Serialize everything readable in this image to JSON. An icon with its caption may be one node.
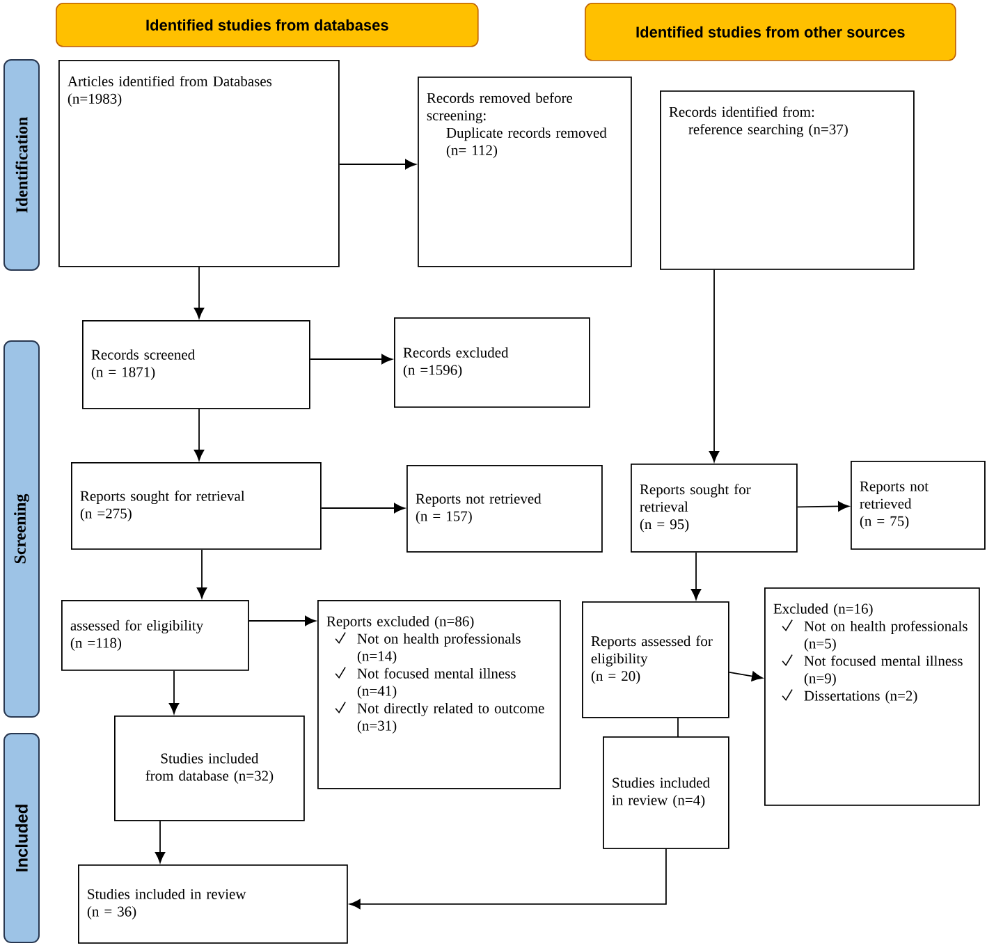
{
  "diagram": {
    "nodes": [
      {
        "text": [
          "Identified studies from databases"
        ]
      },
      {
        "text": [
          "Identified studies from other sources"
        ]
      },
      {
        "text": [
          "Identification"
        ]
      },
      {
        "text": [
          "Screening"
        ]
      },
      {
        "text": [
          "Included"
        ]
      },
      {
        "text": [
          "Articles identified from Databases",
          "(n=1983)"
        ]
      },
      {
        "text": [
          "Records removed before screening:",
          "Duplicate records removed (n= 112)"
        ]
      },
      {
        "text": [
          "Records identified from:",
          "reference searching (n=37)"
        ]
      },
      {
        "text": [
          "Records screened",
          "(n = 1871)"
        ]
      },
      {
        "text": [
          "Records excluded",
          "(n =1596)"
        ]
      },
      {
        "text": [
          "Reports sought for retrieval",
          "(n =275)"
        ]
      },
      {
        "text": [
          "Reports not retrieved",
          "(n = 157)"
        ]
      },
      {
        "text": [
          "Reports sought for retrieval",
          "(n = 95)"
        ]
      },
      {
        "text": [
          "Reports not retrieved",
          "(n = 75)"
        ]
      },
      {
        "text": [
          "assessed for eligibility",
          "(n =118)"
        ]
      },
      {
        "text": [
          "Reports excluded (n=86)",
          "Not on health professionals (n=14)",
          "Not focused mental illness (n=41)",
          "Not directly related to outcome (n=31)"
        ]
      },
      {
        "text": [
          "Reports assessed for eligibility",
          "(n = 20)"
        ]
      },
      {
        "text": [
          "Excluded (n=16)",
          "Not on health professionals (n=5)",
          "Not focused mental illness (n=9)",
          "Dissertations (n=2)"
        ]
      },
      {
        "text": [
          "Studies included from database (n=32)"
        ]
      },
      {
        "text": [
          "Studies included in review (n=4)"
        ]
      },
      {
        "text": [
          "Studies included in review",
          "(n = 36)"
        ]
      }
    ],
    "edges": [
      {
        "from": 5,
        "to": 6,
        "arrow": "to"
      },
      {
        "from": 5,
        "to": 8,
        "arrow": "to"
      },
      {
        "from": 8,
        "to": 9,
        "arrow": "to"
      },
      {
        "from": 8,
        "to": 10,
        "arrow": "to"
      },
      {
        "from": 10,
        "to": 11,
        "arrow": "to"
      },
      {
        "from": 10,
        "to": 14,
        "arrow": "to"
      },
      {
        "from": 14,
        "to": 15,
        "arrow": "to"
      },
      {
        "from": 14,
        "to": 18,
        "arrow": "to"
      },
      {
        "from": 18,
        "to": 20,
        "arrow": "to"
      },
      {
        "from": 7,
        "to": 12,
        "arrow": "to"
      },
      {
        "from": 12,
        "to": 13,
        "arrow": "to"
      },
      {
        "from": 12,
        "to": 16,
        "arrow": "to"
      },
      {
        "from": 16,
        "to": 17,
        "arrow": "to"
      },
      {
        "from": 16,
        "to": 19,
        "arrow": "none"
      },
      {
        "from": 19,
        "to": 20,
        "arrow": "to"
      }
    ]
  }
}
